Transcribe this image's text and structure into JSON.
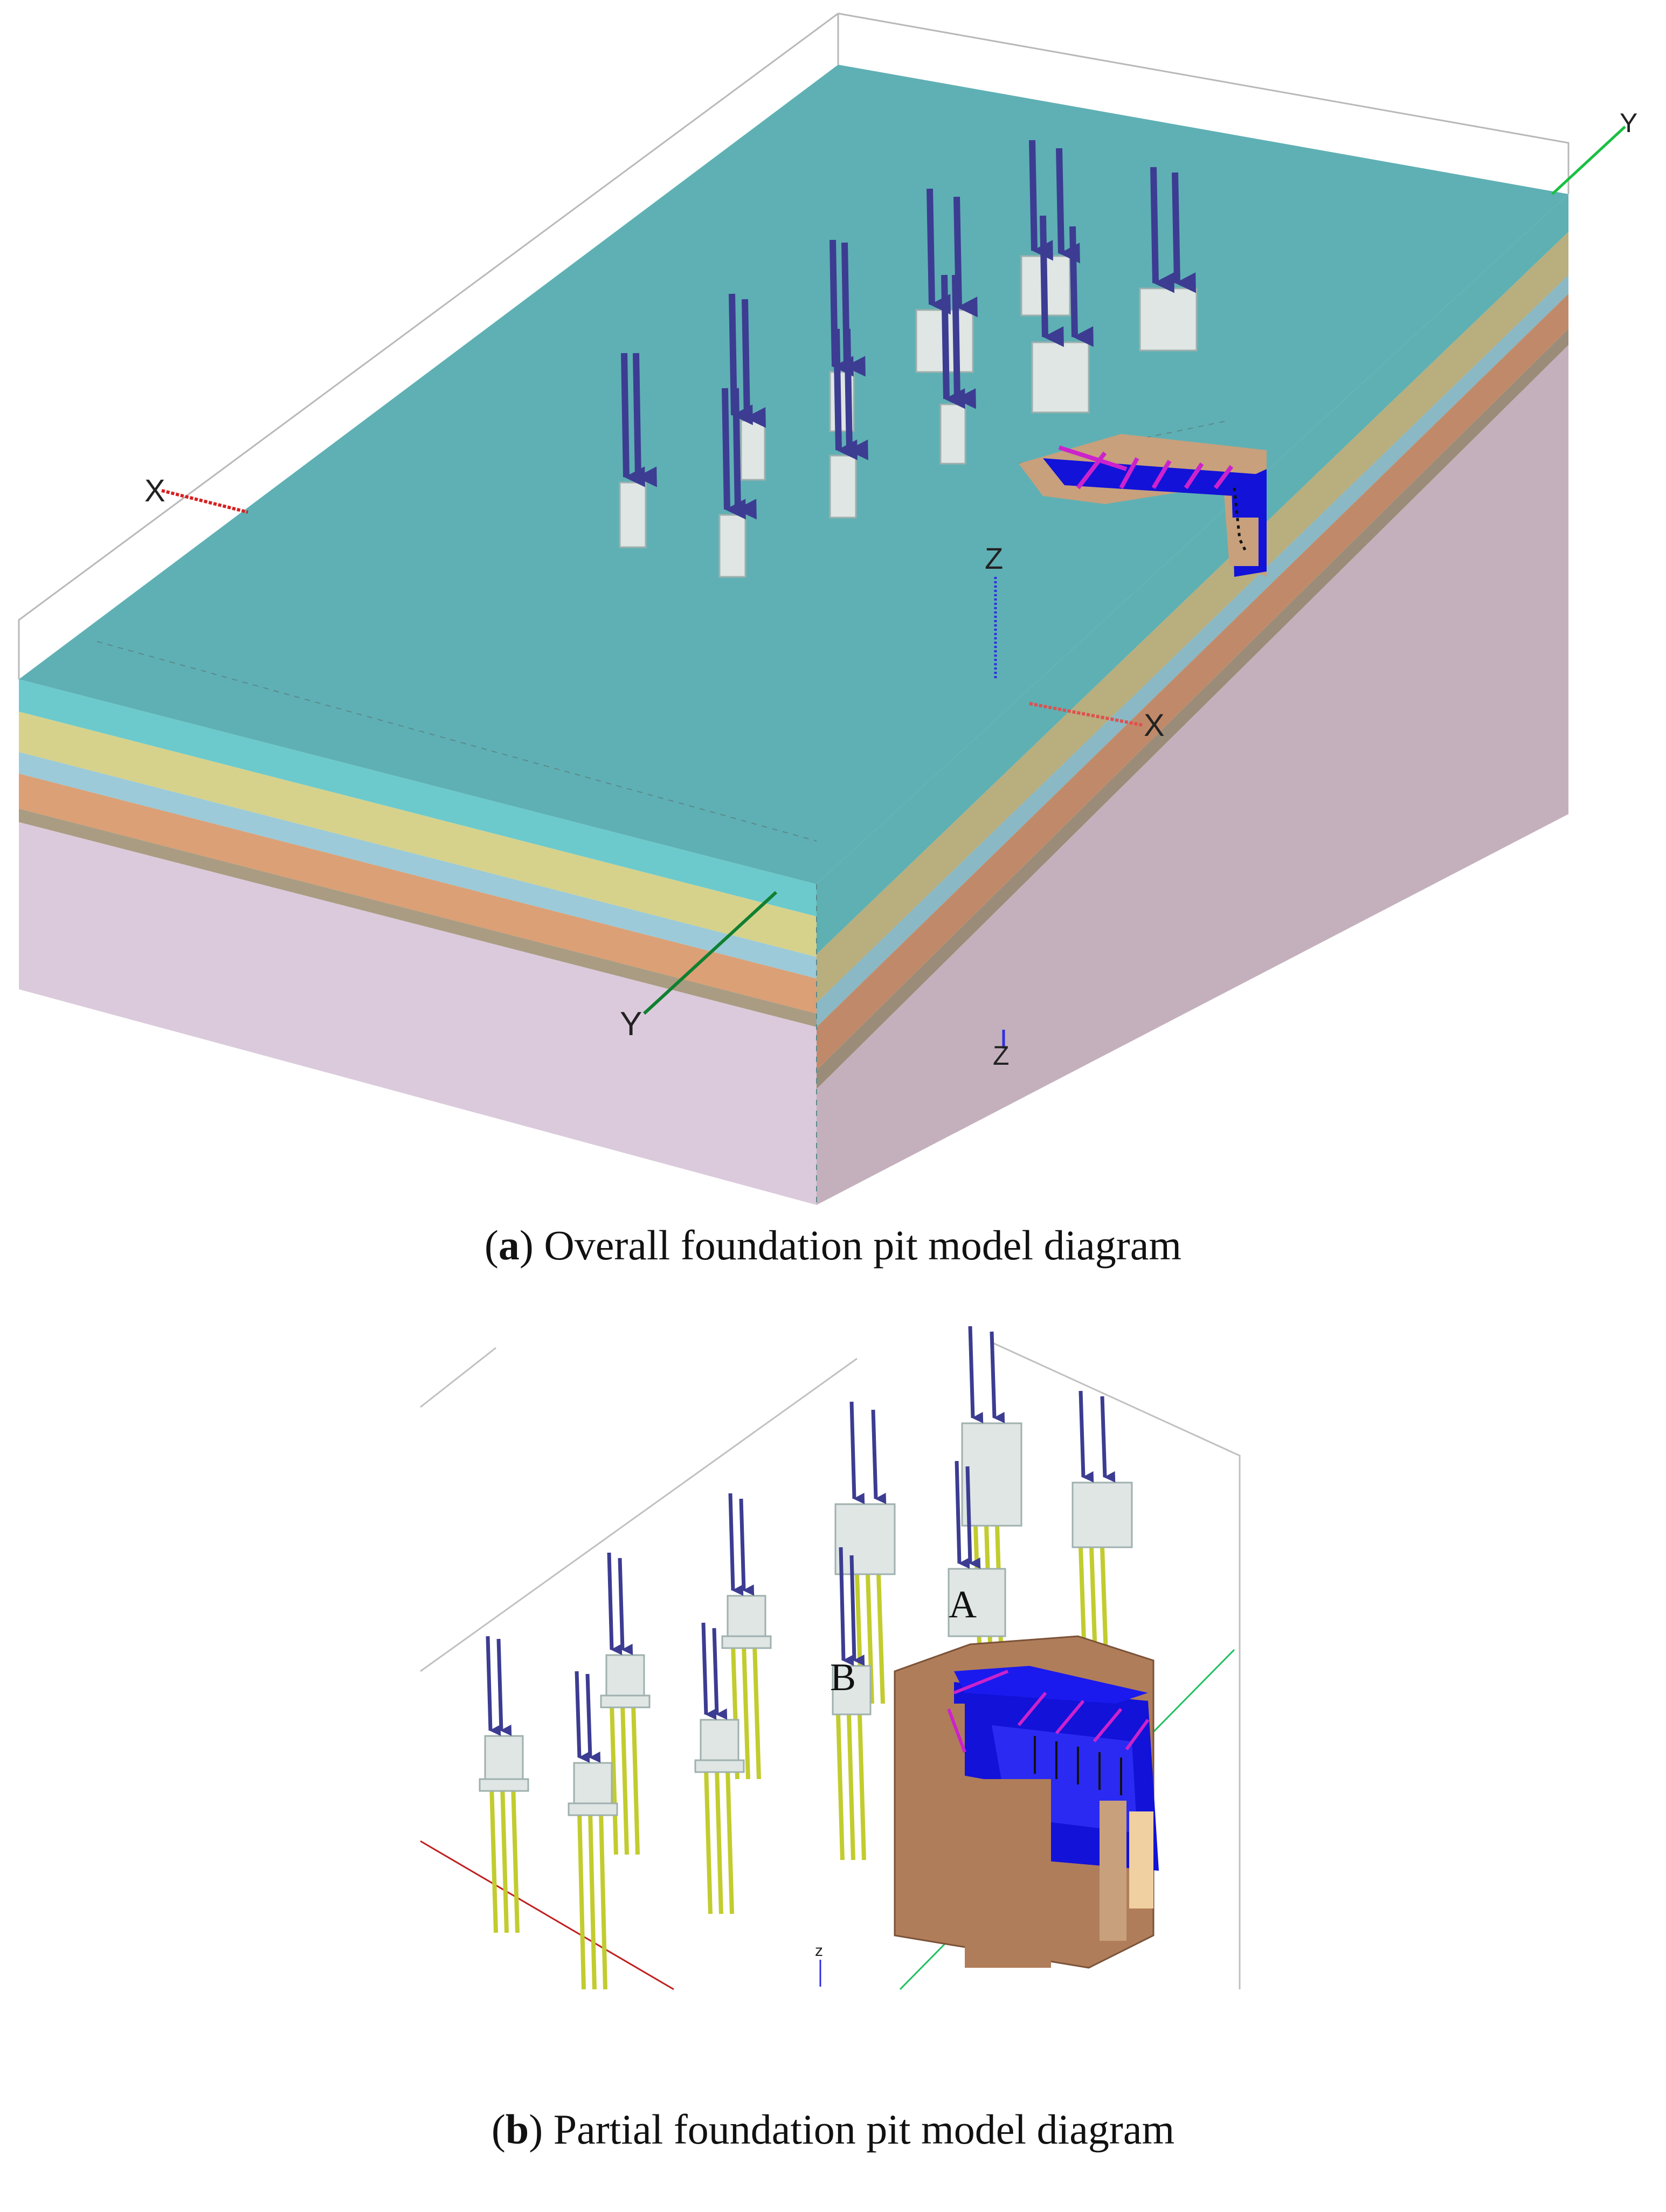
{
  "figure": {
    "panel_a": {
      "caption_prefix": "(",
      "caption_letter": "a",
      "caption_text": ") Overall foundation pit model diagram",
      "axis_labels": {
        "x_left": "X",
        "x_right": "X",
        "y_front": "Y",
        "y_back": "Y",
        "z_mid": "Z",
        "z_bottom": "Z"
      }
    },
    "panel_b": {
      "caption_prefix": "(",
      "caption_letter": "b",
      "caption_text": ") Partial foundation pit model diagram",
      "point_labels": {
        "a": "A",
        "b": "B"
      },
      "axis_labels": {
        "z": "z"
      }
    }
  },
  "colors": {
    "soil_top": "#5fb0b4",
    "layer_cyan": "#6cc9cc",
    "layer_yellow": "#d4d08a",
    "layer_blue": "#9ac8d6",
    "layer_orange": "#d99f74",
    "layer_brown": "#a89a80",
    "layer_lilac": "#d9c8da",
    "load_arrow": "#3c3c92",
    "pile": "#c2cc2e",
    "pit_wall": "#b07d5a",
    "pit_struct": "#1010d8",
    "strut": "#cc22cc",
    "axis_x": "#d82020",
    "axis_y": "#18a030",
    "axis_z": "#3030e0"
  }
}
